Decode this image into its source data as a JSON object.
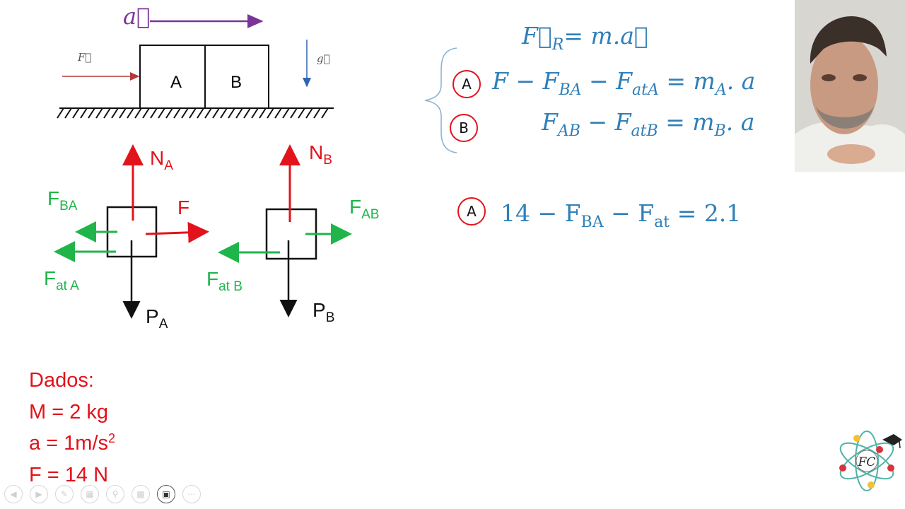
{
  "diagram": {
    "accel_label": "a⃗",
    "force_small_label": "F⃗",
    "gravity_label": "g⃗",
    "block_a": "A",
    "block_b": "B",
    "fbd_a": {
      "normal": {
        "base": "N",
        "sub": "A"
      },
      "weight": {
        "base": "P",
        "sub": "A"
      },
      "contact": {
        "base": "F",
        "sub": "BA"
      },
      "applied": "F",
      "friction": {
        "base": "F",
        "sub": "at A"
      }
    },
    "fbd_b": {
      "normal": {
        "base": "N",
        "sub": "B"
      },
      "weight": {
        "base": "P",
        "sub": "B"
      },
      "contact": {
        "base": "F",
        "sub": "AB"
      },
      "friction": {
        "base": "F",
        "sub": "at B"
      }
    }
  },
  "equations": {
    "main": {
      "lhs": "F⃗",
      "lhs_sub": "R",
      "rhs": "= m.a⃗"
    },
    "eq_a": {
      "marker": "A",
      "text": "F − F",
      "sub1": "BA",
      "mid": " − F",
      "sub2": "atA",
      "rhs": " = m",
      "sub3": "A",
      "end": ". a"
    },
    "eq_b": {
      "marker": "B",
      "text": "F",
      "sub1": "AB",
      "mid": " − F",
      "sub2": "atB",
      "rhs": " = m",
      "sub3": "B",
      "end": ". a"
    },
    "eq_num": {
      "marker": "A",
      "text": "14 − F",
      "sub1": "BA",
      "mid": " − F",
      "sub2": "at",
      "rhs": " = 2.1"
    }
  },
  "dados": {
    "title": "Dados:",
    "mass": "M = 2 kg",
    "accel": "a = 1m/s",
    "accel_sup": "2",
    "force": "F = 14 N"
  },
  "logo": {
    "text": "FC"
  },
  "colors": {
    "red": "#e2131b",
    "green": "#20b54a",
    "blue": "#2f7fb8",
    "purple": "#7a3597"
  }
}
